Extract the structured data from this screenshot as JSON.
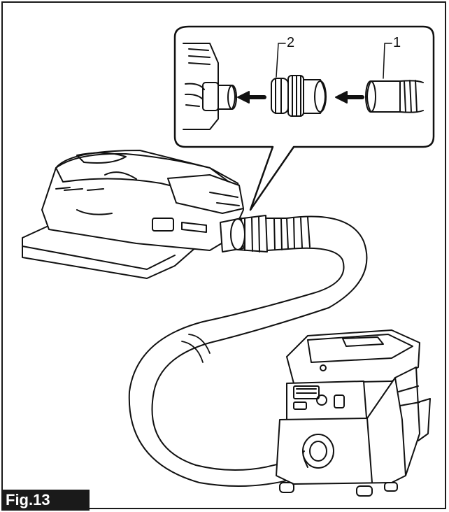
{
  "figure": {
    "label": "Fig.13",
    "callouts": [
      {
        "number": "1"
      },
      {
        "number": "2"
      }
    ]
  },
  "colors": {
    "line": "#111111",
    "label_bg": "#1a1a1a",
    "label_text": "#ffffff"
  }
}
